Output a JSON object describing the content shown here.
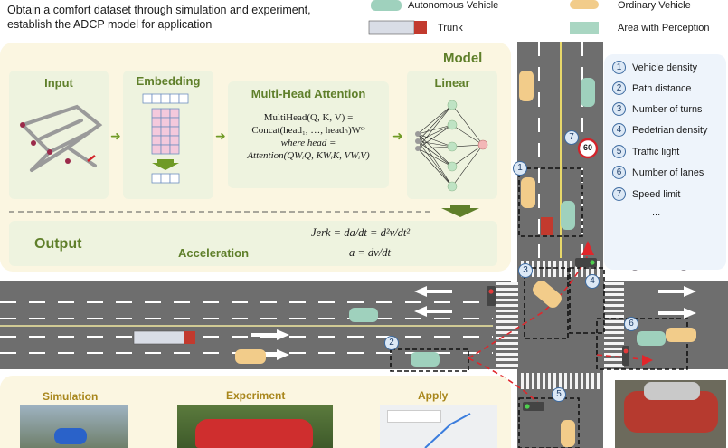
{
  "header": {
    "description": "Obtain a comfort dataset through simulation and experiment, establish the ADCP model for application"
  },
  "legend": {
    "autonomous_vehicle": "Autonomous Vehicle",
    "ordinary_vehicle": "Ordinary Vehicle",
    "trunk": "Trunk",
    "area_with_perception": "Area with Perception"
  },
  "model": {
    "title": "Model",
    "input_label": "Input",
    "embedding_label": "Embedding",
    "attention_label": "Multi-Head Attention",
    "linear_label": "Linear",
    "attention_eq": {
      "line1": "MultiHead(Q, K, V) =",
      "line2": "Concat(head₁, …, headₕ)Wᴼ",
      "line3": "where head =",
      "line4": "Attention(QWᵢQ, KWᵢK, VWᵢV)"
    },
    "output_label": "Output",
    "acceleration_label": "Acceleration",
    "jerk_eq": "Jerk = da/dt = d²v/dt²",
    "accel_eq": "a = dv/dt"
  },
  "bottom": {
    "simulation": "Simulation",
    "experiment": "Experiment",
    "apply": "Apply"
  },
  "factors": [
    {
      "num": "1",
      "label": "Vehicle density"
    },
    {
      "num": "2",
      "label": "Path distance"
    },
    {
      "num": "3",
      "label": "Number of turns"
    },
    {
      "num": "4",
      "label": "Pedetrian density"
    },
    {
      "num": "5",
      "label": "Traffic light"
    },
    {
      "num": "6",
      "label": "Number of lanes"
    },
    {
      "num": "7",
      "label": "Speed limit"
    }
  ],
  "speed_sign": "60",
  "ellipsis": "...",
  "map_markers": [
    "1",
    "2",
    "3",
    "4",
    "5",
    "6",
    "7"
  ],
  "colors": {
    "model_bg": "#fbf6e1",
    "card_bg": "#eef3df",
    "accent_green": "#5f7f2a",
    "road": "#6e6e6e",
    "info_bg": "#eef4fb",
    "route_red": "#e0262b",
    "perception": "#a9d6c2"
  }
}
